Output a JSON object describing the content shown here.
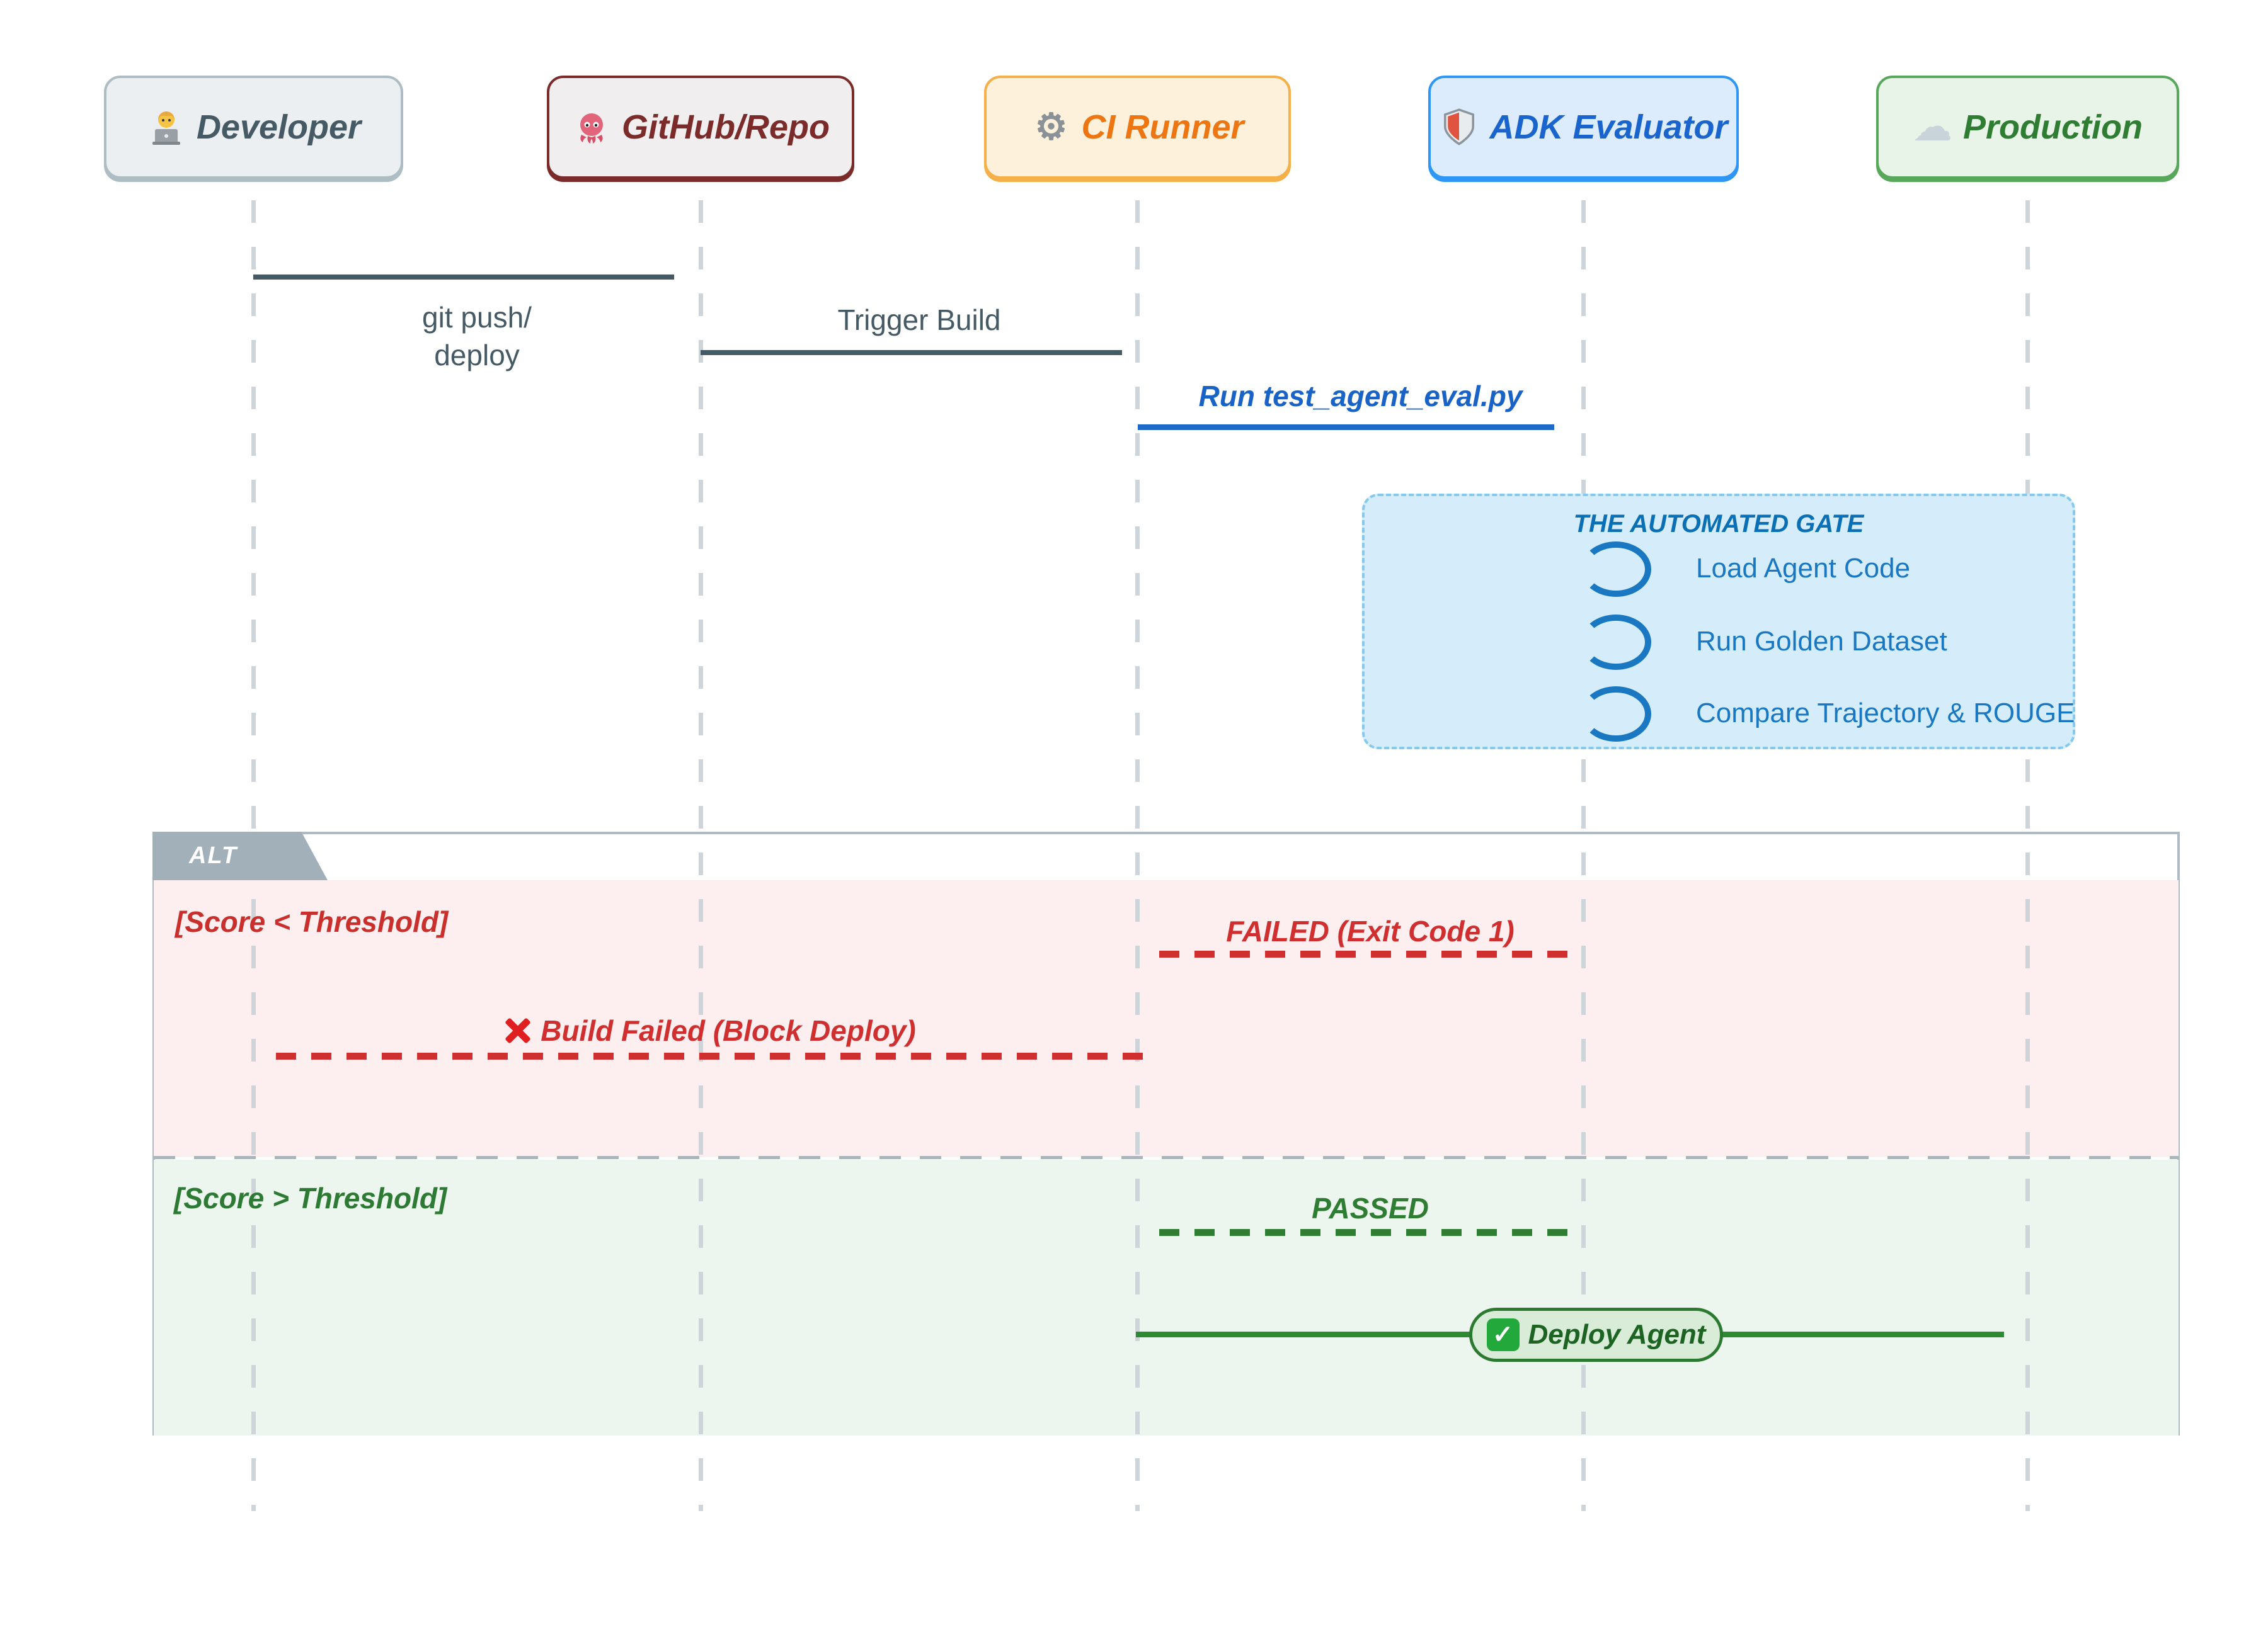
{
  "diagram_type": "sequence-diagram",
  "actors": [
    {
      "id": "developer",
      "icon": "technologist-emoji",
      "label": "Developer",
      "text_color": "#455a64",
      "fill": "#eceff1",
      "border": "#aebdc4"
    },
    {
      "id": "github",
      "icon": "octopus-emoji",
      "label": "GitHub/Repo",
      "text_color": "#7c2b2b",
      "fill": "#f0eeee",
      "border": "#7c2b2b"
    },
    {
      "id": "ci",
      "icon": "gear-emoji",
      "label": "CI Runner",
      "text_color": "#ee7612",
      "fill": "#fdf1dc",
      "border": "#f5b04a"
    },
    {
      "id": "adk",
      "icon": "shield-emoji",
      "label": "ADK Evaluator",
      "text_color": "#1a64cd",
      "fill": "#ddecfc",
      "border": "#2e96f5"
    },
    {
      "id": "production",
      "icon": "cloud-emoji",
      "label": "Production",
      "text_color": "#2e7d32",
      "fill": "#e7f4e7",
      "border": "#57a85b"
    }
  ],
  "messages": {
    "git_push_line1": "git push/",
    "git_push_line2": "deploy",
    "trigger_build": "Trigger Build",
    "run_eval": "Run test_agent_eval.py"
  },
  "note": {
    "title": "THE AUTOMATED GATE",
    "items": [
      "Load Agent Code",
      "Run Golden Dataset",
      "Compare Trajectory & ROUGE"
    ],
    "item_icon": "loop-arrow-icon"
  },
  "alt": {
    "label": "ALT",
    "fail_guard": "[Score < Threshold]",
    "fail_msg1": "FAILED (Exit Code 1)",
    "fail_msg2": "Build Failed (Block Deploy)",
    "fail_msg2_icon": "cross-mark-icon",
    "pass_guard": "[Score > Threshold]",
    "pass_msg1": "PASSED",
    "deploy_label": "Deploy Agent",
    "deploy_icon": "white-check-mark-icon"
  },
  "colors": {
    "message_dark": "#455a64",
    "run_eval_blue": "#1a63c6",
    "note_bg": "#d5edfb",
    "note_border": "#86c9ef",
    "note_title": "#0a6fb4",
    "note_item": "#1a78c2",
    "alt_header_bg": "#a2b1b9",
    "alt_border": "#aebbc2",
    "fail_section_bg": "#fdeef0",
    "fail_red": "#cf2f2f",
    "pass_section_bg": "#edf6ee",
    "pass_green": "#2e7d32",
    "deploy_line_green": "#2e8b33",
    "pill_bg": "#d8ecd8",
    "pill_border": "#2b7a30",
    "lifeline_gray": "#cdd5da"
  }
}
